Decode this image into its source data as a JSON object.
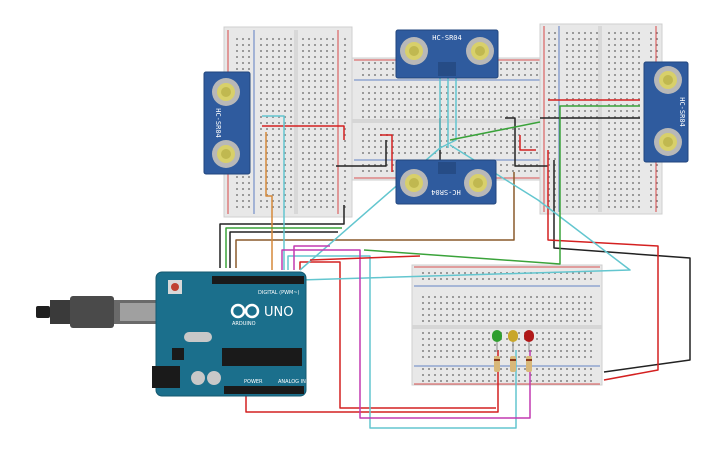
{
  "sensors": [
    {
      "id": "top",
      "model": "HC-SR04"
    },
    {
      "id": "left",
      "model": "HC-SR04"
    },
    {
      "id": "right",
      "model": "HC-SR04"
    },
    {
      "id": "center",
      "model": "HC-SR04"
    }
  ],
  "arduino": {
    "model": "UNO",
    "brand": "ARDUINO",
    "digital_label": "DIGITAL (PWM~)",
    "power_label": "POWER",
    "analog_label": "ANALOG IN"
  },
  "leds": [
    {
      "name": "green-led",
      "color": "#2f9e2f"
    },
    {
      "name": "yellow-led",
      "color": "#c8a62a"
    },
    {
      "name": "red-led",
      "color": "#b01818"
    }
  ],
  "colors": {
    "board_blue": "#2f5b9e",
    "arduino_teal": "#1b6f8c",
    "wire_red": "#d42020",
    "wire_black": "#222222",
    "wire_cyan": "#63c6cf",
    "wire_green": "#3aa33a",
    "wire_brown": "#8a5a2b",
    "wire_magenta": "#c23ab0",
    "wire_orange": "#d6893a",
    "breadboard": "#e9e9e9"
  }
}
